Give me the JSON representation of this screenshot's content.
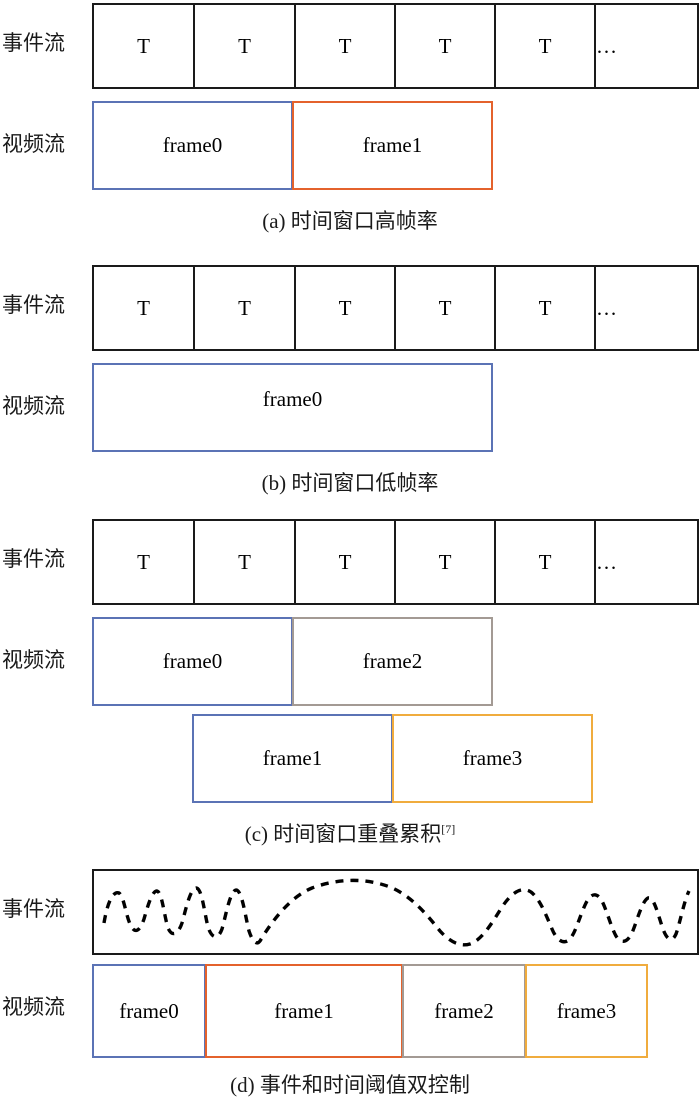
{
  "labels": {
    "event_stream": "事件流",
    "video_stream": "视频流",
    "tick": "T",
    "ellipsis": "…"
  },
  "colors": {
    "stroke_black": "#1a1a1a",
    "blue": "#5b73b5",
    "orange": "#e4622c",
    "gray": "#a39a94",
    "amber": "#f0ac3e",
    "background": "#ffffff"
  },
  "panels": [
    {
      "id": "a",
      "caption": "(a) 时间窗口高帧率",
      "caption_ref": "",
      "event_row_label": "事件流",
      "video_row_label": "视频流",
      "event_cells": [
        "T",
        "T",
        "T",
        "T",
        "T",
        "…"
      ],
      "frames": [
        {
          "label": "frame0",
          "color_key": "blue"
        },
        {
          "label": "frame1",
          "color_key": "orange"
        }
      ]
    },
    {
      "id": "b",
      "caption": "(b) 时间窗口低帧率",
      "caption_ref": "",
      "event_row_label": "事件流",
      "video_row_label": "视频流",
      "event_cells": [
        "T",
        "T",
        "T",
        "T",
        "T",
        "…"
      ],
      "frames": [
        {
          "label": "frame0",
          "color_key": "blue"
        }
      ]
    },
    {
      "id": "c",
      "caption": "(c) 时间窗口重叠累积",
      "caption_ref": "[7]",
      "event_row_label": "事件流",
      "video_row_label": "视频流",
      "event_cells": [
        "T",
        "T",
        "T",
        "T",
        "T",
        "…"
      ],
      "frames": [
        {
          "label": "frame0",
          "color_key": "blue"
        },
        {
          "label": "frame2",
          "color_key": "gray"
        },
        {
          "label": "frame1",
          "color_key": "blue"
        },
        {
          "label": "frame3",
          "color_key": "amber"
        }
      ]
    },
    {
      "id": "d",
      "caption": "(d) 事件和时间阈值双控制",
      "caption_ref": "",
      "event_row_label": "事件流",
      "video_row_label": "视频流",
      "event_cells": [],
      "frames": [
        {
          "label": "frame0",
          "color_key": "blue"
        },
        {
          "label": "frame1",
          "color_key": "orange"
        },
        {
          "label": "frame2",
          "color_key": "gray"
        },
        {
          "label": "frame3",
          "color_key": "amber"
        }
      ]
    }
  ]
}
